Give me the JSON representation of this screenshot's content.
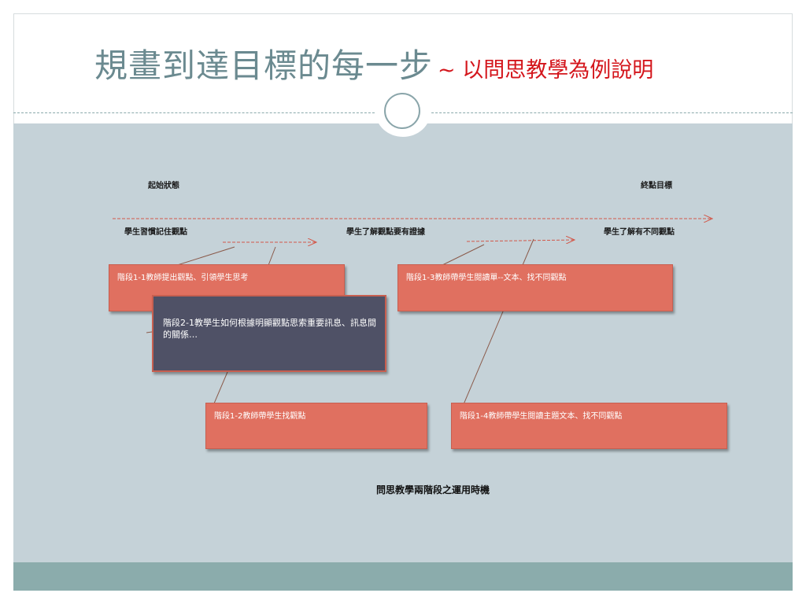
{
  "title": {
    "main": "規畫到達目標的每一步",
    "sub": "~ 以問思教學為例說明"
  },
  "labels": {
    "start_state": "起始狀態",
    "end_goal": "終點目標",
    "point_1": "學生習慣記住觀點",
    "point_2": "學生了解觀點要有證據",
    "point_3": "學生了解有不同觀點"
  },
  "boxes": {
    "stage_1_1": "階段1-1教師提出觀點、引領學生思考",
    "stage_2_1": "階段2-1教學生如何根據明顯觀點思索重要訊息、訊息間的關係…",
    "stage_1_3": "階段1-3教師帶學生閱讀單--文本、找不同觀點",
    "stage_1_2": "階段1-2教師帶學生找觀點",
    "stage_1_4": "階段1-4教師帶學生閱讀主題文本、找不同觀點"
  },
  "caption": "問思教學兩階段之運用時機",
  "colors": {
    "title_main": "#6b8a90",
    "title_sub": "#d4161c",
    "content_bg": "#c5d2d8",
    "footer_bar": "#8bacac",
    "red_box": "#e07060",
    "dark_box": "#4f5166",
    "arrow": "#d2584a"
  }
}
